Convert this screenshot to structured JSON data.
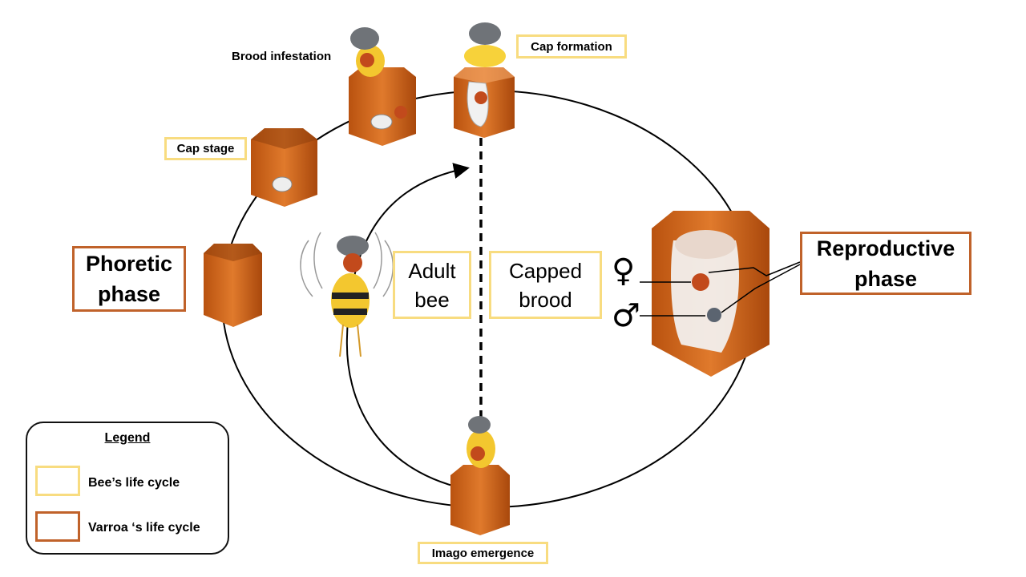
{
  "labels": {
    "brood_infestation": "Brood infestation",
    "cap_formation": "Cap formation",
    "cap_stage": "Cap stage",
    "phoretic_line1": "Phoretic",
    "phoretic_line2": "phase",
    "adult_line1": "Adult",
    "adult_line2": "bee",
    "capped_line1": "Capped",
    "capped_line2": "brood",
    "reproductive_line1": "Reproductive",
    "reproductive_line2": "phase",
    "imago_emergence": "Imago emergence",
    "female_symbol": "♀",
    "male_symbol": "♂"
  },
  "legend": {
    "title": "Legend",
    "bee_label": "Bee’s life cycle",
    "varroa_label": "Varroa ‘s life cycle"
  },
  "colors": {
    "bee_box_border": "#f8dc80",
    "varroa_box_border": "#c0622a",
    "cell": "#d8661d",
    "cell_dark": "#b34f12",
    "bee_yellow": "#f3c72f",
    "mite": "#c24a1c"
  }
}
